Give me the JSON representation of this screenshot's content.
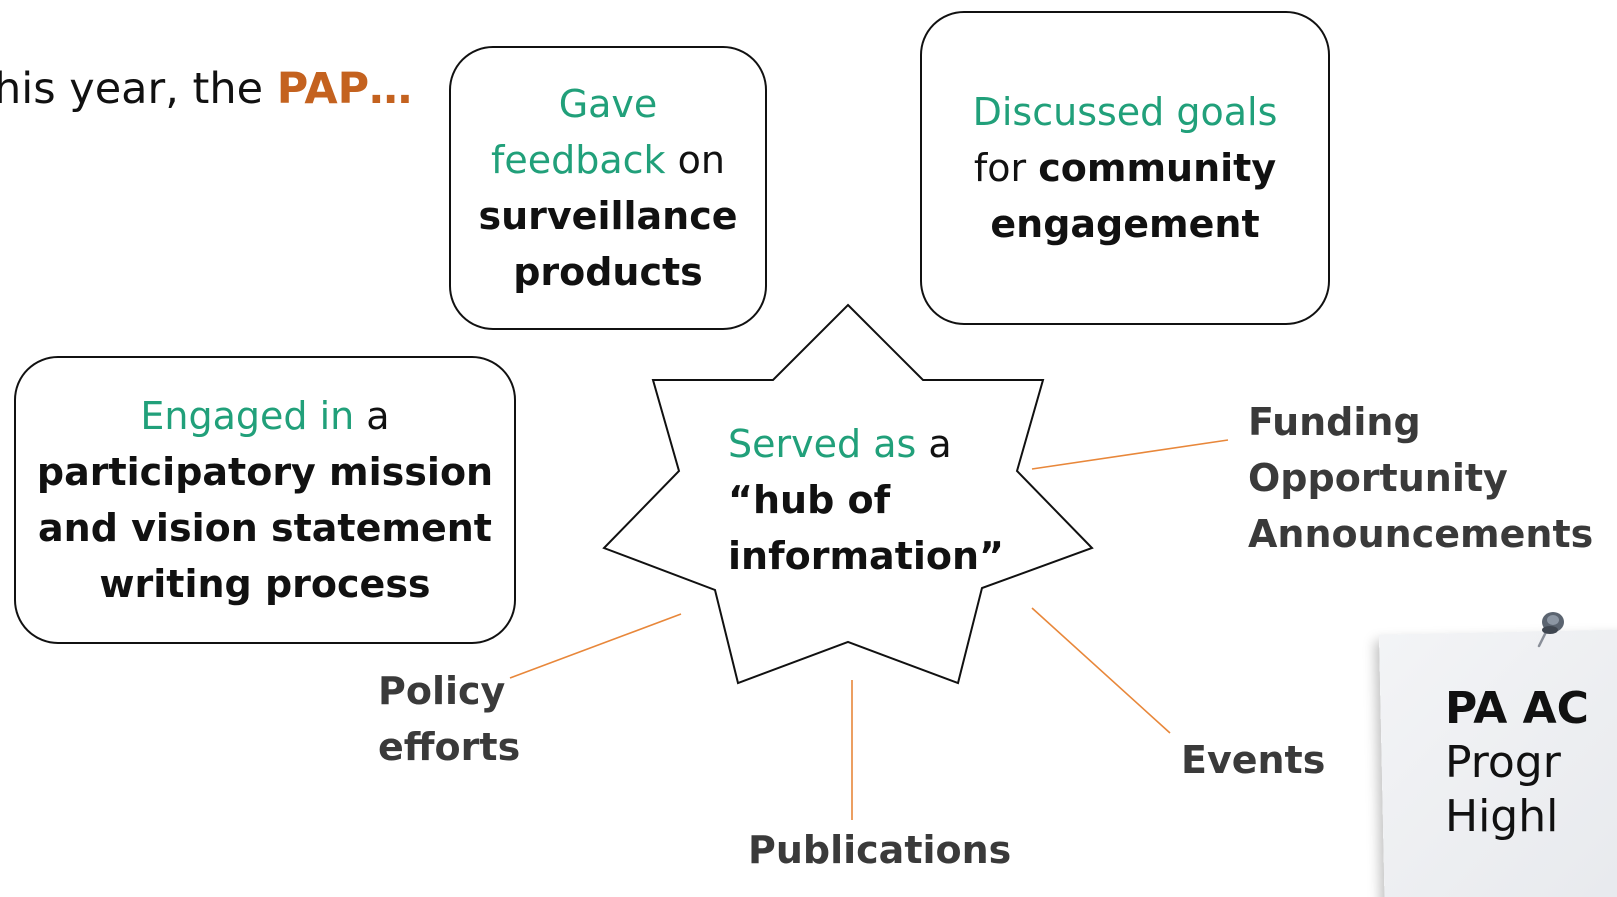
{
  "intro": {
    "prefix": "his year, the ",
    "highlight": "PAP…"
  },
  "boxes": {
    "feedback": {
      "line1_green": "Gave",
      "line2_green": "feedback",
      "line2_rest": " on",
      "line3_bold": "surveillance",
      "line4_bold": "products"
    },
    "goals": {
      "line1_green": "Discussed goals",
      "line2_rest": "for ",
      "line2_bold": "community",
      "line3_bold": "engagement"
    },
    "mission": {
      "line1_green": "Engaged in",
      "line1_rest": " a",
      "line2_bold": "participatory mission",
      "line3_bold": "and vision statement",
      "line4_bold": "writing process"
    }
  },
  "hub": {
    "line1_green": "Served as",
    "line1_rest": " a",
    "line2_bold": "“hub of",
    "line3_bold": "information”"
  },
  "spokes": {
    "funding_line1": "Funding",
    "funding_line2": "Opportunity",
    "funding_line3": "Announcements",
    "policy_line1": "Policy",
    "policy_line2": "efforts",
    "events": "Events",
    "publications": "Publications"
  },
  "note": {
    "line1": "PA AC",
    "line2": "Progr",
    "line3": "Highl"
  },
  "colors": {
    "accent_green": "#21a07a",
    "accent_orange": "#c4621f",
    "spoke_line": "#e8873a",
    "label_gray": "#3a3a3a"
  },
  "icons": {
    "pin": "push-pin-icon",
    "note": "sticky-note"
  }
}
